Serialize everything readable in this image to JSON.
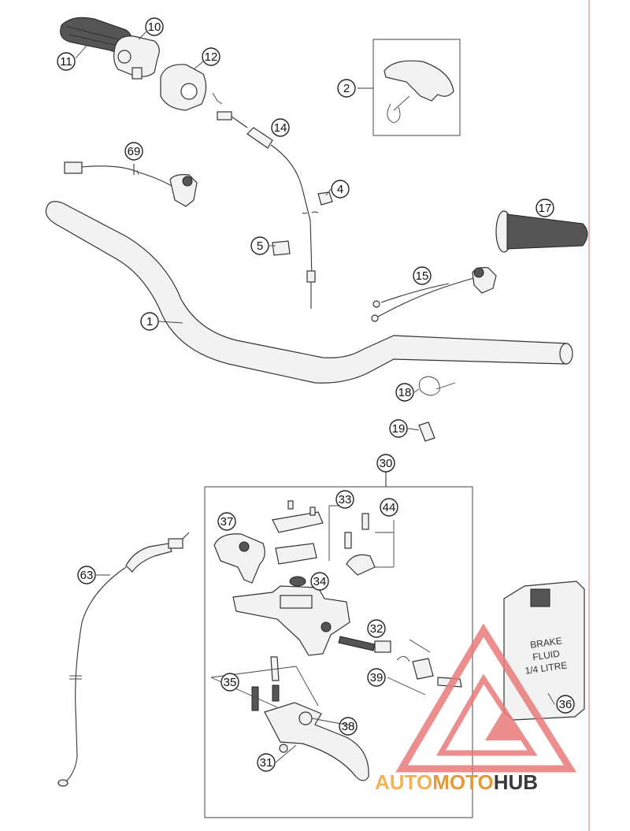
{
  "diagram": {
    "callouts": [
      "1",
      "2",
      "4",
      "5",
      "10",
      "11",
      "12",
      "14",
      "15",
      "17",
      "18",
      "19",
      "30",
      "31",
      "32",
      "33",
      "34",
      "35",
      "36",
      "37",
      "38",
      "39",
      "44",
      "63",
      "69"
    ],
    "container_label": {
      "line1": "BRAKE",
      "line2": "FLUID",
      "line3": "1/4 LITRE"
    }
  },
  "watermark": {
    "part1": "AUTO",
    "part2": "MOTO",
    "part3": "HUB",
    "colors": {
      "auto": "#f2b356",
      "moto": "#e39a3b",
      "hub": "#3a3a3a",
      "triangle": "#ea7b7b"
    }
  },
  "colors": {
    "edge_line": "#f08080",
    "ink": "#333333"
  }
}
